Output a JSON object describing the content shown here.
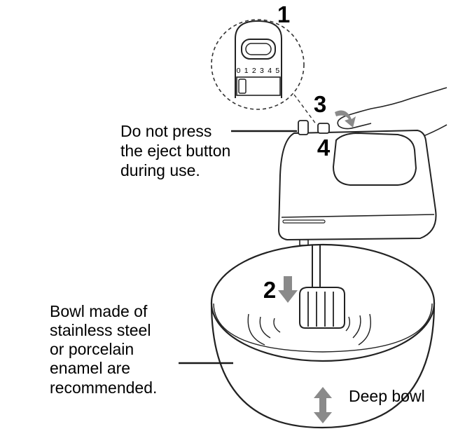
{
  "inset": {
    "step_number": "1",
    "speed_scale": "0 1 2 3 4 5"
  },
  "steps": {
    "step2": "2",
    "step3": "3",
    "step4": "4"
  },
  "labels": {
    "eject_warning": [
      "Do not press",
      "the eject button",
      "during use."
    ],
    "bowl_material": [
      "Bowl made of",
      "stainless steel",
      "or porcelain",
      "enamel are",
      "recommended."
    ],
    "deep_bowl": "Deep bowl"
  },
  "colors": {
    "line": "#1a1a1a",
    "arrow_gray": "#8a8a8a",
    "inset_border": "#333333"
  }
}
